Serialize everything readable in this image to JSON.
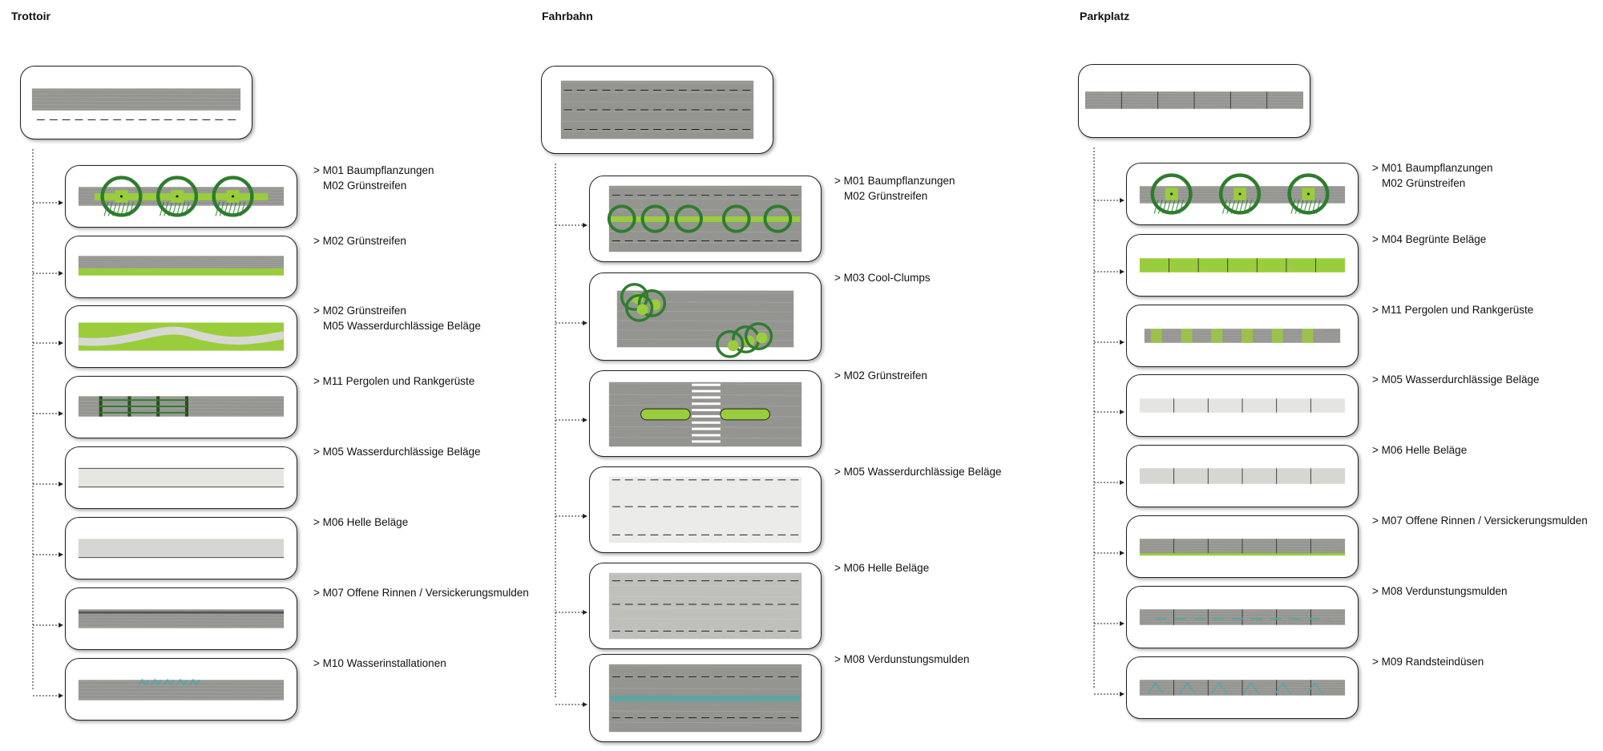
{
  "columns": [
    {
      "title": "Trottoir",
      "items": [
        {
          "line1": "> M01 Baumpflanzungen",
          "line2": "M02 Grünstreifen",
          "type": "trees"
        },
        {
          "line1": "> M02 Grünstreifen",
          "line2": "",
          "type": "greenstrip"
        },
        {
          "line1": "> M02 Grünstreifen",
          "line2": "M05 Wasserdurchlässige Beläge",
          "type": "wave"
        },
        {
          "line1": "> M11 Pergolen und Rankgerüste",
          "line2": "",
          "type": "pergola"
        },
        {
          "line1": "> M05 Wasserdurchlässige Beläge",
          "line2": "",
          "type": "permeable"
        },
        {
          "line1": "> M06 Helle Beläge",
          "line2": "",
          "type": "light"
        },
        {
          "line1": "> M07 Offene Rinnen / Versickerungsmulden",
          "line2": "",
          "type": "gutter"
        },
        {
          "line1": "> M10 Wasserinstallationen",
          "line2": "",
          "type": "water"
        }
      ]
    },
    {
      "title": "Fahrbahn",
      "items": [
        {
          "line1": "> M01 Baumpflanzungen",
          "line2": "M02 Grünstreifen",
          "type": "roadtrees"
        },
        {
          "line1": "> M03 Cool-Clumps",
          "line2": "",
          "type": "clumps"
        },
        {
          "line1": "> M02 Grünstreifen",
          "line2": "",
          "type": "crossing"
        },
        {
          "line1": "> M05 Wasserdurchlässige Beläge",
          "line2": "",
          "type": "roadpermeable"
        },
        {
          "line1": "> M06 Helle Beläge",
          "line2": "",
          "type": "roadlight"
        },
        {
          "line1": "> M08 Verdunstungsmulden",
          "line2": "",
          "type": "roadevap"
        }
      ]
    },
    {
      "title": "Parkplatz",
      "items": [
        {
          "line1": "> M01 Baumpflanzungen",
          "line2": "M02 Grünstreifen",
          "type": "parktrees"
        },
        {
          "line1": "> M04 Begrünte Beläge",
          "line2": "",
          "type": "parkgreen"
        },
        {
          "line1": "> M11 Pergolen und Rankgerüste",
          "line2": "",
          "type": "parkpergola"
        },
        {
          "line1": "> M05 Wasserdurchlässige Beläge",
          "line2": "",
          "type": "parkpermeable"
        },
        {
          "line1": "> M06 Helle Beläge",
          "line2": "",
          "type": "parklight"
        },
        {
          "line1": "> M07 Offene Rinnen / Versickerungsmulden",
          "line2": "",
          "type": "parkgutter"
        },
        {
          "line1": "> M08 Verdunstungsmulden",
          "line2": "",
          "type": "parkevap"
        },
        {
          "line1": "> M09 Randsteindüsen",
          "line2": "",
          "type": "parknozzle"
        }
      ]
    }
  ],
  "colors": {
    "asphalt": "#8e8e8a",
    "asphalt_light": "#d6d6d2",
    "green": "#9acd3c",
    "tree_green": "#2e7d2e",
    "water": "#4fa9a8",
    "line": "#222222"
  }
}
